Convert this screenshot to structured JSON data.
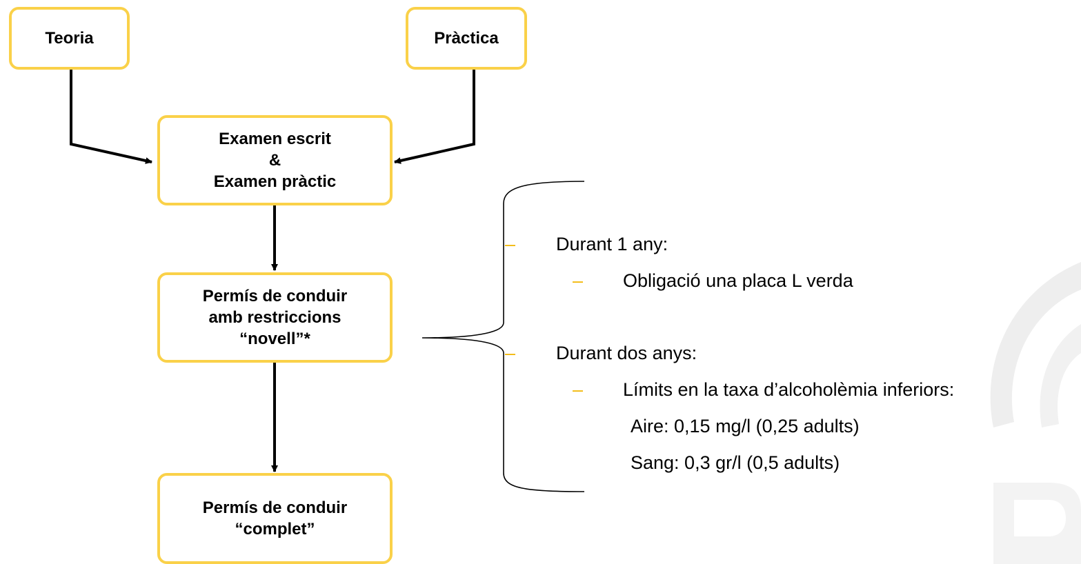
{
  "flowchart": {
    "teoria": "Teoria",
    "practica": "Pràctica",
    "examens": {
      "line1": "Examen escrit",
      "line2": "&",
      "line3": "Examen pràctic"
    },
    "novell": {
      "line1": "Permís de conduir",
      "line2": "amb restriccions",
      "line3": "“novell”*"
    },
    "complet": {
      "line1": "Permís de conduir",
      "line2": "“complet”"
    }
  },
  "restrictions": {
    "bullet": "–",
    "item1": "Durant 1 any:",
    "item1_sub": "Obligació una placa L verda",
    "item2": "Durant dos anys:",
    "item2_sub": "Límits en la taxa d’alcoholèmia inferiors:",
    "detail_air": "Aire: 0,15 mg/l (0,25 adults)",
    "detail_blood": "Sang: 0,3 gr/l (0,5 adults)"
  },
  "colors": {
    "box_border": "#FAD149",
    "bullet": "#F2B705",
    "watermark": "#EDEDED"
  }
}
